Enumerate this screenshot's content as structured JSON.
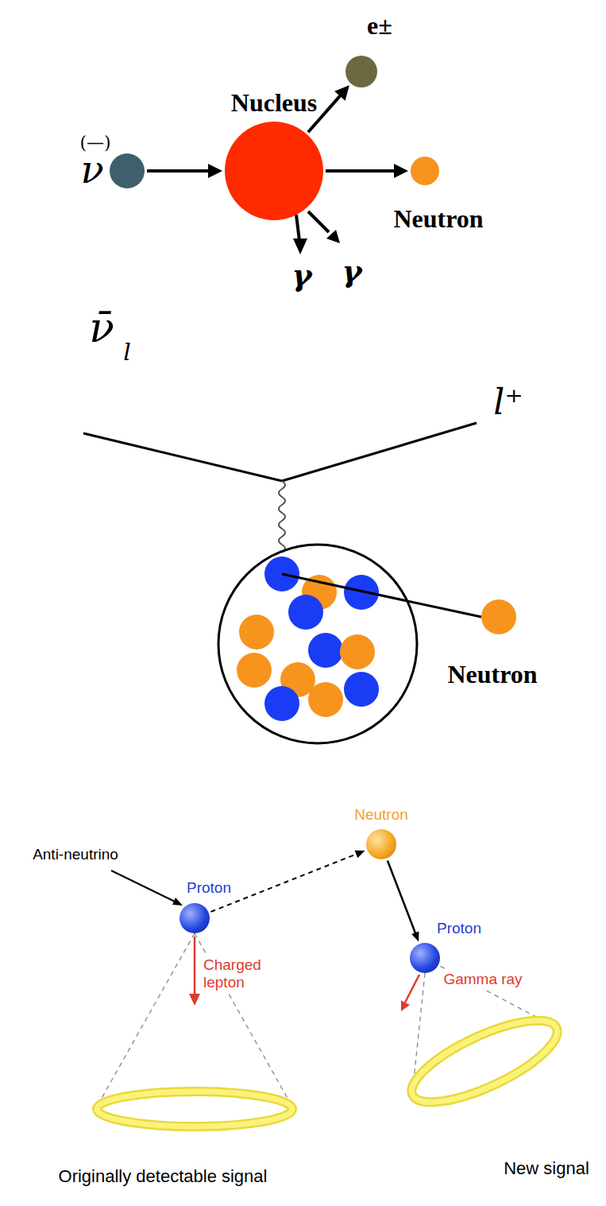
{
  "diagram": {
    "nodes": [
      {
        "text": [
          "(—)",
          "ν"
        ]
      },
      {
        "text": [
          "Nucleus"
        ]
      },
      {
        "text": [
          "e±"
        ]
      },
      {
        "text": [
          "Neutron"
        ]
      },
      {
        "text": [
          "Neutron"
        ]
      },
      {
        "text": [
          "Proton"
        ]
      },
      {
        "text": [
          "Neutron"
        ]
      },
      {
        "text": [
          "Proton"
        ]
      }
    ],
    "edges": [
      {
        "from": 0,
        "to": 1,
        "arrow": "to"
      },
      {
        "from": 1,
        "to": 2,
        "arrow": "to"
      },
      {
        "from": 1,
        "to": 3,
        "arrow": "to"
      },
      {
        "from": 5,
        "to": 6,
        "arrow": "to"
      },
      {
        "from": 6,
        "to": 7,
        "arrow": "to"
      }
    ],
    "labels": [
      "γ",
      "γ",
      "ν̄",
      "l",
      "l⁺",
      "Anti-neutrino",
      "Charged lepton",
      "Gamma ray",
      "Originally detectable signal",
      "New signal"
    ]
  }
}
